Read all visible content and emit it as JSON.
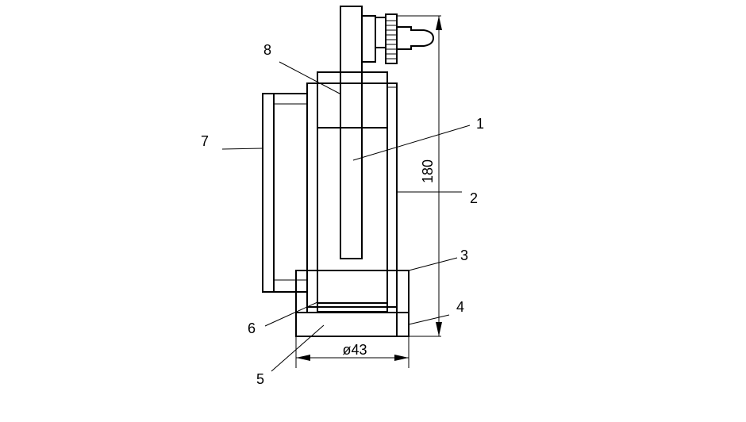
{
  "labels": {
    "part_1": "1",
    "part_2": "2",
    "part_3": "3",
    "part_4": "4",
    "part_5": "5",
    "part_6": "6",
    "part_7": "7",
    "part_8": "8"
  },
  "dimensions": {
    "height": "180",
    "diameter": "ø43"
  }
}
